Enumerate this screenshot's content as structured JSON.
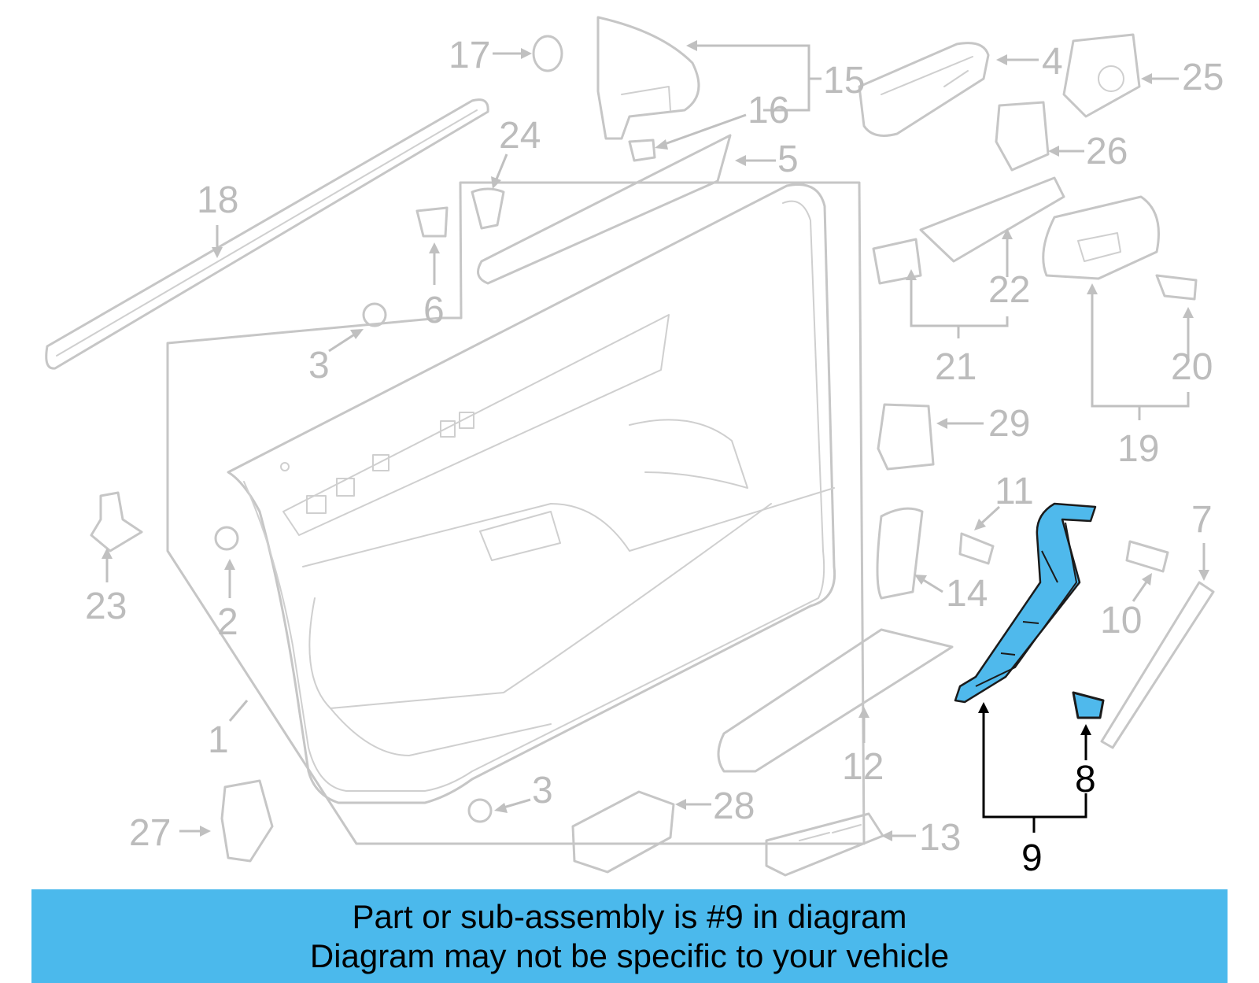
{
  "diagram": {
    "labels": [
      "1",
      "2",
      "3",
      "3",
      "4",
      "5",
      "6",
      "7",
      "8",
      "9",
      "10",
      "11",
      "12",
      "13",
      "14",
      "15",
      "16",
      "17",
      "18",
      "19",
      "20",
      "21",
      "22",
      "23",
      "24",
      "25",
      "26",
      "27",
      "28",
      "29"
    ],
    "highlighted_part": "9",
    "highlight_color": "#4fb9ec",
    "banner_color": "#4bb9ec"
  },
  "banner": {
    "line1": "Part or sub-assembly is #9 in diagram",
    "line2": "Diagram may not be specific to your vehicle"
  }
}
